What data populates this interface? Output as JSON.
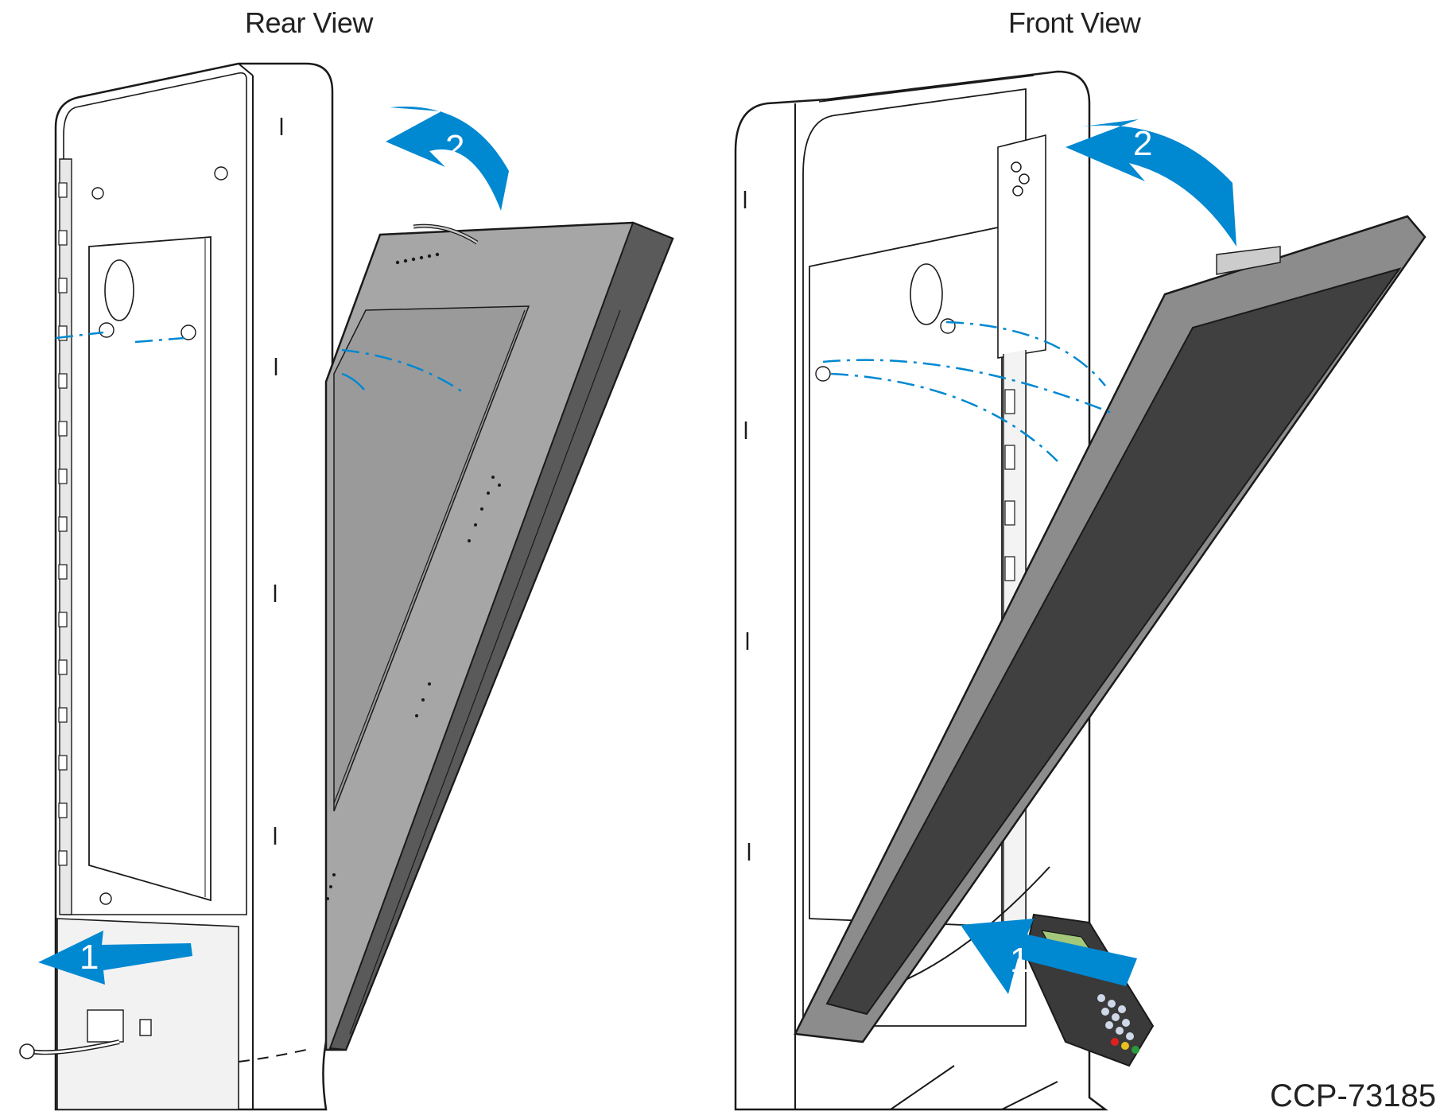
{
  "views": {
    "rear": {
      "title": "Rear View"
    },
    "front": {
      "title": "Front View"
    }
  },
  "steps": {
    "rear_step1": "1",
    "rear_step2": "2",
    "front_step1": "1",
    "front_step2": "2"
  },
  "drawing_id": "CCP-73185",
  "colors": {
    "arrow": "#0088d1",
    "panel_rear": "#a6a6a6",
    "panel_front_screen": "#404040",
    "panel_front_bezel": "#8c8c8c",
    "outline": "#1a1a1a"
  }
}
